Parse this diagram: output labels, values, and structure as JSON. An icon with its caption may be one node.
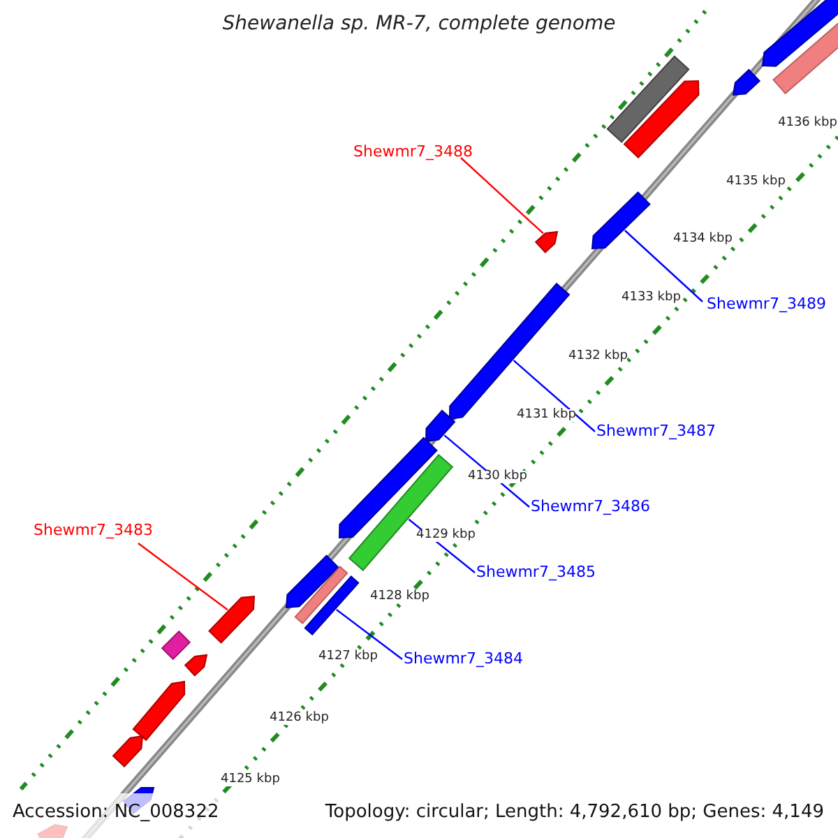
{
  "diagram": {
    "title": "Shewanella sp. MR-7, complete genome",
    "nodes": [
      {
        "text": [
          "Shewmr7_3488"
        ]
      },
      {
        "text": [],
        "shape": "bar"
      },
      {
        "text": [
          "Shewmr7_3489"
        ]
      },
      {
        "text": [],
        "shape": "bar"
      },
      {
        "text": [
          "Shewmr7_3487"
        ]
      },
      {
        "text": [],
        "shape": "bar"
      },
      {
        "text": [
          "Shewmr7_3486"
        ]
      },
      {
        "text": [],
        "shape": "bar"
      },
      {
        "text": [
          "Shewmr7_3485"
        ]
      },
      {
        "text": [],
        "shape": "bar"
      },
      {
        "text": [
          "Shewmr7_3484"
        ]
      },
      {
        "text": [],
        "shape": "bar"
      },
      {
        "text": [
          "Shewmr7_3483"
        ]
      },
      {
        "text": [],
        "shape": "bar"
      },
      {
        "text": [],
        "shape": "bar"
      },
      {
        "text": [],
        "shape": "bar"
      },
      {
        "text": [],
        "shape": "bar"
      },
      {
        "text": [],
        "shape": "bar"
      },
      {
        "text": [],
        "shape": "bar"
      },
      {
        "text": [],
        "shape": "bar"
      },
      {
        "text": [],
        "shape": "bar"
      },
      {
        "text": [],
        "shape": "bar"
      },
      {
        "text": [],
        "shape": "bar"
      },
      {
        "text": [],
        "shape": "bar"
      },
      {
        "text": [],
        "shape": "bar"
      },
      {
        "text": [],
        "shape": "bar"
      },
      {
        "text": [],
        "shape": "bar"
      },
      {
        "text": [],
        "shape": "bar"
      }
    ],
    "edges": [
      {
        "from": 0,
        "to": 1,
        "arrow": "none",
        "color": "#ff0000"
      },
      {
        "from": 2,
        "to": 3,
        "arrow": "none"
      },
      {
        "from": 4,
        "to": 5,
        "arrow": "none"
      },
      {
        "from": 6,
        "to": 7,
        "arrow": "none"
      },
      {
        "from": 8,
        "to": 9,
        "arrow": "none"
      },
      {
        "from": 10,
        "to": 11,
        "arrow": "none"
      },
      {
        "from": 12,
        "to": 13,
        "arrow": "none",
        "color": "#ff0000"
      }
    ],
    "labels": [
      "4136 kbp",
      "4135 kbp",
      "4134 kbp",
      "4133 kbp",
      "4132 kbp",
      "4131 kbp",
      "4130 kbp",
      "4129 kbp",
      "4128 kbp",
      "4127 kbp",
      "4126 kbp",
      "4125 kbp",
      "Accession: NC_008322",
      "Topology: circular; Length: 4,792,610 bp; Genes: 4,149"
    ]
  }
}
